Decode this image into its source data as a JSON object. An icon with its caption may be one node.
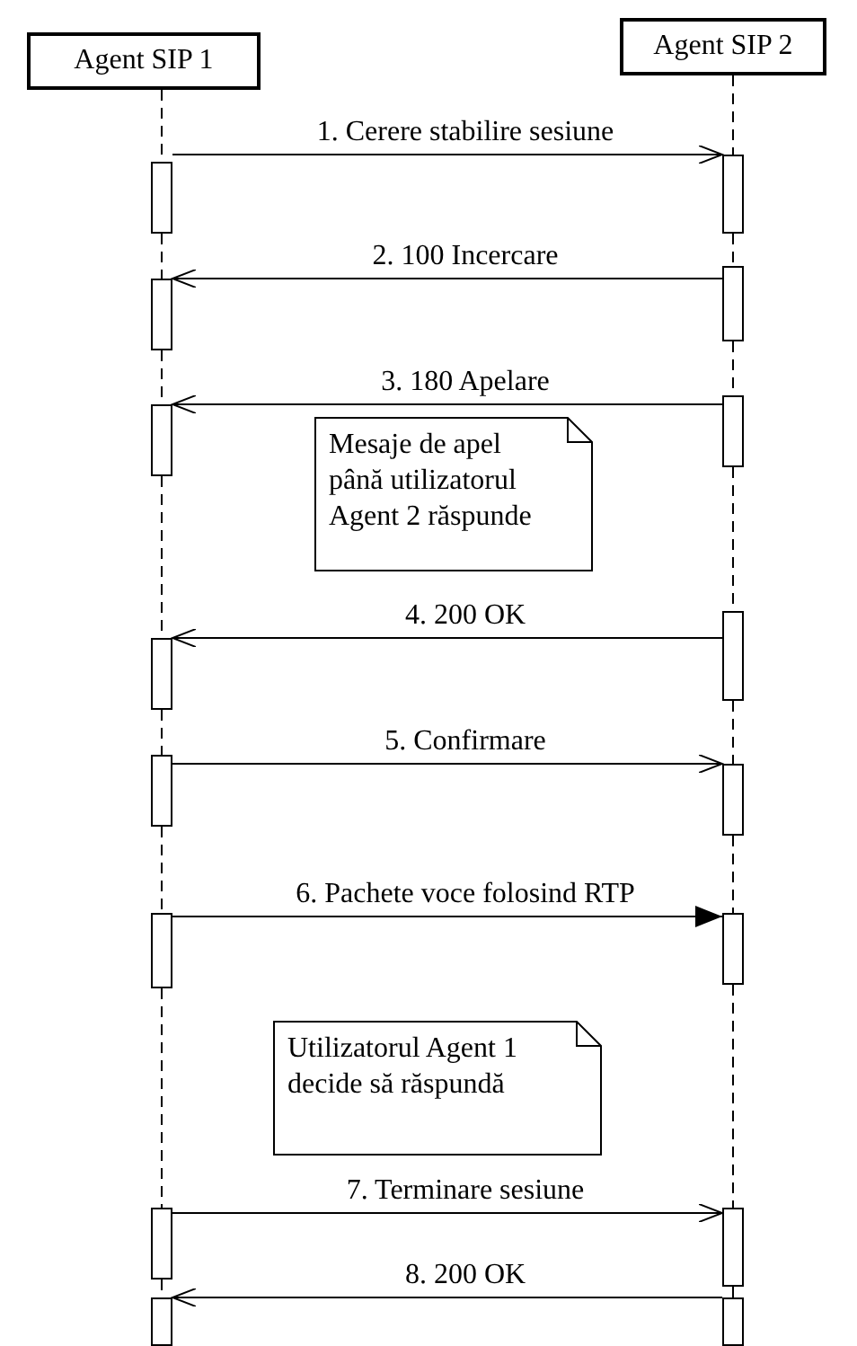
{
  "diagram": {
    "nodes": [
      {
        "text": [
          "Agent SIP 1"
        ]
      },
      {
        "text": [
          "Agent SIP 2"
        ]
      },
      {
        "text": [],
        "shape": "bar"
      },
      {
        "text": [],
        "shape": "bar"
      },
      {
        "text": [],
        "shape": "bar"
      },
      {
        "text": [],
        "shape": "bar"
      },
      {
        "text": [],
        "shape": "bar"
      },
      {
        "text": [],
        "shape": "bar"
      },
      {
        "text": [
          "Mesaje de apel până utilizatorul Agent 2 răspunde"
        ]
      },
      {
        "text": [],
        "shape": "bar"
      },
      {
        "text": [],
        "shape": "bar"
      },
      {
        "text": [],
        "shape": "bar"
      },
      {
        "text": [],
        "shape": "bar"
      },
      {
        "text": [],
        "shape": "bar"
      },
      {
        "text": [],
        "shape": "bar"
      },
      {
        "text": [
          "Utilizatorul Agent 1 decide să răspundă"
        ]
      },
      {
        "text": [],
        "shape": "bar"
      },
      {
        "text": [],
        "shape": "bar"
      },
      {
        "text": [],
        "shape": "bar"
      },
      {
        "text": [],
        "shape": "bar"
      }
    ],
    "edges": [
      {
        "from": 2,
        "to": 3,
        "arrow": "to",
        "label": "1. Cerere stabilire sesiune"
      },
      {
        "from": 5,
        "to": 4,
        "arrow": "to",
        "label": "2. 100 Incercare"
      },
      {
        "from": 7,
        "to": 6,
        "arrow": "to",
        "label": "3. 180 Apelare"
      },
      {
        "from": 10,
        "to": 9,
        "arrow": "to",
        "label": "4. 200 OK"
      },
      {
        "from": 11,
        "to": 12,
        "arrow": "to",
        "label": "5. Confirmare"
      },
      {
        "from": 13,
        "to": 14,
        "arrow": "to",
        "label": "6. Pachete voce folosind RTP"
      },
      {
        "from": 16,
        "to": 17,
        "arrow": "to",
        "label": "7. Terminare sesiune"
      },
      {
        "from": 19,
        "to": 18,
        "arrow": "to",
        "label": "8. 200 OK"
      },
      {
        "from": 0,
        "to": 2,
        "arrow": "none",
        "style": "dashed"
      },
      {
        "from": 2,
        "to": 4,
        "arrow": "none",
        "style": "dashed"
      },
      {
        "from": 4,
        "to": 6,
        "arrow": "none",
        "style": "dashed"
      },
      {
        "from": 6,
        "to": 9,
        "arrow": "none",
        "style": "dashed"
      },
      {
        "from": 9,
        "to": 11,
        "arrow": "none",
        "style": "dashed"
      },
      {
        "from": 11,
        "to": 13,
        "arrow": "none",
        "style": "dashed"
      },
      {
        "from": 13,
        "to": 16,
        "arrow": "none",
        "style": "dashed"
      },
      {
        "from": 16,
        "to": 18,
        "arrow": "none",
        "style": "dashed"
      },
      {
        "from": 1,
        "to": 3,
        "arrow": "none",
        "style": "dashed"
      },
      {
        "from": 3,
        "to": 5,
        "arrow": "none",
        "style": "dashed"
      },
      {
        "from": 5,
        "to": 7,
        "arrow": "none",
        "style": "dashed"
      },
      {
        "from": 7,
        "to": 10,
        "arrow": "none",
        "style": "dashed"
      },
      {
        "from": 10,
        "to": 12,
        "arrow": "none",
        "style": "dashed"
      },
      {
        "from": 12,
        "to": 14,
        "arrow": "none",
        "style": "dashed"
      },
      {
        "from": 14,
        "to": 17,
        "arrow": "none",
        "style": "dashed"
      },
      {
        "from": 17,
        "to": 19,
        "arrow": "none",
        "style": "dashed"
      }
    ]
  }
}
